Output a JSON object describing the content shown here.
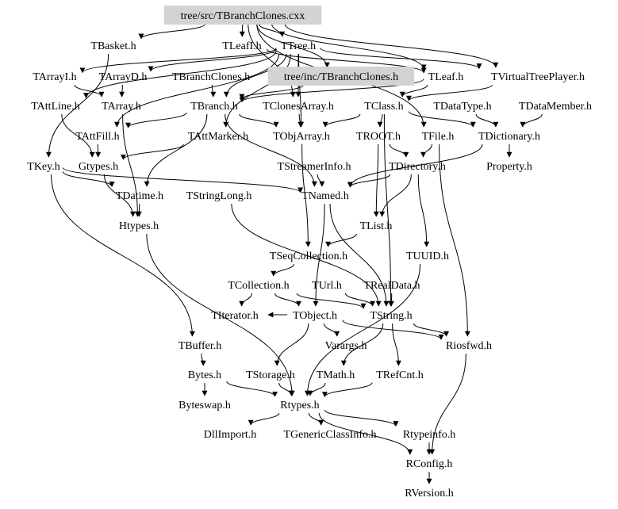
{
  "diagram": {
    "type": "include-dependency-graph",
    "colors": {
      "background": "#ffffff",
      "highlight_fill": "#d3d3d3",
      "text": "#000000",
      "edge": "#000000"
    },
    "nodes": [
      {
        "id": "src_tbranchclones_cxx",
        "label": "tree/src/TBranchClones.cxx",
        "highlighted": true
      },
      {
        "id": "tbasket",
        "label": "TBasket.h"
      },
      {
        "id": "tleafi",
        "label": "TLeafI.h"
      },
      {
        "id": "ttree",
        "label": "TTree.h"
      },
      {
        "id": "tarrayi",
        "label": "TArrayI.h"
      },
      {
        "id": "tarrayd",
        "label": "TArrayD.h"
      },
      {
        "id": "tbranchclones",
        "label": "TBranchClones.h"
      },
      {
        "id": "inc_tbranchclones_h",
        "label": "tree/inc/TBranchClones.h",
        "highlighted": true
      },
      {
        "id": "tleaf",
        "label": "TLeaf.h"
      },
      {
        "id": "tvirtualtreeplayer",
        "label": "TVirtualTreePlayer.h"
      },
      {
        "id": "tattline",
        "label": "TAttLine.h"
      },
      {
        "id": "tarray",
        "label": "TArray.h"
      },
      {
        "id": "tbranch",
        "label": "TBranch.h"
      },
      {
        "id": "tclonesarray",
        "label": "TClonesArray.h"
      },
      {
        "id": "tclass",
        "label": "TClass.h"
      },
      {
        "id": "tdatatype",
        "label": "TDataType.h"
      },
      {
        "id": "tdatamember",
        "label": "TDataMember.h"
      },
      {
        "id": "tattfill",
        "label": "TAttFill.h"
      },
      {
        "id": "tattmarker",
        "label": "TAttMarker.h"
      },
      {
        "id": "tobjarray",
        "label": "TObjArray.h"
      },
      {
        "id": "troot",
        "label": "TROOT.h"
      },
      {
        "id": "tfile",
        "label": "TFile.h"
      },
      {
        "id": "tdictionary",
        "label": "TDictionary.h"
      },
      {
        "id": "tkey",
        "label": "TKey.h"
      },
      {
        "id": "gtypes",
        "label": "Gtypes.h"
      },
      {
        "id": "tstreamerinfo",
        "label": "TStreamerInfo.h"
      },
      {
        "id": "tdirectory",
        "label": "TDirectory.h"
      },
      {
        "id": "property",
        "label": "Property.h"
      },
      {
        "id": "tdatime",
        "label": "TDatime.h"
      },
      {
        "id": "tstringlong",
        "label": "TStringLong.h"
      },
      {
        "id": "tnamed",
        "label": "TNamed.h"
      },
      {
        "id": "htypes",
        "label": "Htypes.h"
      },
      {
        "id": "tlist",
        "label": "TList.h"
      },
      {
        "id": "tseqcollection",
        "label": "TSeqCollection.h"
      },
      {
        "id": "tuuid",
        "label": "TUUID.h"
      },
      {
        "id": "tcollection",
        "label": "TCollection.h"
      },
      {
        "id": "turl",
        "label": "TUrl.h"
      },
      {
        "id": "trealdata",
        "label": "TRealData.h"
      },
      {
        "id": "titerator",
        "label": "TIterator.h"
      },
      {
        "id": "tobject",
        "label": "TObject.h"
      },
      {
        "id": "tstring",
        "label": "TString.h"
      },
      {
        "id": "tbuffer",
        "label": "TBuffer.h"
      },
      {
        "id": "varargs",
        "label": "Varargs.h"
      },
      {
        "id": "riosfwd",
        "label": "Riosfwd.h"
      },
      {
        "id": "bytes",
        "label": "Bytes.h"
      },
      {
        "id": "tstorage",
        "label": "TStorage.h"
      },
      {
        "id": "tmath",
        "label": "TMath.h"
      },
      {
        "id": "trefcnt",
        "label": "TRefCnt.h"
      },
      {
        "id": "byteswap",
        "label": "Byteswap.h"
      },
      {
        "id": "rtypes",
        "label": "Rtypes.h"
      },
      {
        "id": "dllimport",
        "label": "DllImport.h"
      },
      {
        "id": "tgenericclassinfo",
        "label": "TGenericClassInfo.h"
      },
      {
        "id": "rtypeinfo",
        "label": "Rtypeinfo.h"
      },
      {
        "id": "rconfig",
        "label": "RConfig.h"
      },
      {
        "id": "rversion",
        "label": "RVersion.h"
      }
    ],
    "edges": [
      [
        "src_tbranchclones_cxx",
        "tbasket"
      ],
      [
        "src_tbranchclones_cxx",
        "tleafi"
      ],
      [
        "src_tbranchclones_cxx",
        "ttree"
      ],
      [
        "src_tbranchclones_cxx",
        "inc_tbranchclones_h"
      ],
      [
        "src_tbranchclones_cxx",
        "tclonesarray"
      ],
      [
        "src_tbranchclones_cxx",
        "tleaf"
      ],
      [
        "src_tbranchclones_cxx",
        "tvirtualtreeplayer"
      ],
      [
        "src_tbranchclones_cxx",
        "tfile"
      ],
      [
        "tleafi",
        "tleaf"
      ],
      [
        "tbasket",
        "tkey"
      ],
      [
        "ttree",
        "tarrayi"
      ],
      [
        "ttree",
        "tarrayd"
      ],
      [
        "ttree",
        "tbranch"
      ],
      [
        "ttree",
        "tobjarray"
      ],
      [
        "ttree",
        "tclonesarray"
      ],
      [
        "ttree",
        "tattline"
      ],
      [
        "ttree",
        "tattfill"
      ],
      [
        "ttree",
        "tattmarker"
      ],
      [
        "ttree",
        "tvirtualtreeplayer"
      ],
      [
        "tarrayi",
        "tarray"
      ],
      [
        "tarrayd",
        "tarray"
      ],
      [
        "tbranchclones",
        "tbranch"
      ],
      [
        "inc_tbranchclones_h",
        "tbranch"
      ],
      [
        "tleaf",
        "tbranch"
      ],
      [
        "tleaf",
        "tclass"
      ],
      [
        "tvirtualtreeplayer",
        "tclass"
      ],
      [
        "tbranch",
        "tattfill"
      ],
      [
        "tbranch",
        "tobjarray"
      ],
      [
        "tbranch",
        "tdatime"
      ],
      [
        "tbranch",
        "tnamed"
      ],
      [
        "tclonesarray",
        "tobjarray"
      ],
      [
        "tclass",
        "troot"
      ],
      [
        "tclass",
        "tdictionary"
      ],
      [
        "tclass",
        "tobjarray"
      ],
      [
        "tclass",
        "tstring"
      ],
      [
        "tdatatype",
        "tdictionary"
      ],
      [
        "tdatamember",
        "tdictionary"
      ],
      [
        "tattline",
        "gtypes"
      ],
      [
        "tattfill",
        "gtypes"
      ],
      [
        "tattmarker",
        "gtypes"
      ],
      [
        "tarray",
        "htypes"
      ],
      [
        "tobjarray",
        "tseqcollection"
      ],
      [
        "troot",
        "tdirectory"
      ],
      [
        "troot",
        "tlist"
      ],
      [
        "tfile",
        "tdirectory"
      ],
      [
        "tfile",
        "riosfwd"
      ],
      [
        "tdictionary",
        "property"
      ],
      [
        "tdictionary",
        "tnamed"
      ],
      [
        "tkey",
        "tnamed"
      ],
      [
        "tkey",
        "tdatime"
      ],
      [
        "tkey",
        "tbuffer"
      ],
      [
        "gtypes",
        "htypes"
      ],
      [
        "tstreamerinfo",
        "tnamed"
      ],
      [
        "tdirectory",
        "tnamed"
      ],
      [
        "tdirectory",
        "tlist"
      ],
      [
        "tdirectory",
        "tuuid"
      ],
      [
        "tdatime",
        "htypes"
      ],
      [
        "tstringlong",
        "tstring"
      ],
      [
        "tnamed",
        "tobject"
      ],
      [
        "tnamed",
        "tstring"
      ],
      [
        "tlist",
        "tseqcollection"
      ],
      [
        "tseqcollection",
        "tcollection"
      ],
      [
        "tuuid",
        "rtypes"
      ],
      [
        "tcollection",
        "titerator"
      ],
      [
        "tcollection",
        "tobject"
      ],
      [
        "tcollection",
        "tstring"
      ],
      [
        "turl",
        "tstring"
      ],
      [
        "trealdata",
        "tstring"
      ],
      [
        "tobject",
        "titerator"
      ],
      [
        "tobject",
        "varargs"
      ],
      [
        "tobject",
        "riosfwd"
      ],
      [
        "tobject",
        "tstorage"
      ],
      [
        "tstring",
        "tmath"
      ],
      [
        "tstring",
        "trefcnt"
      ],
      [
        "tstring",
        "riosfwd"
      ],
      [
        "tbuffer",
        "bytes"
      ],
      [
        "bytes",
        "byteswap"
      ],
      [
        "bytes",
        "rtypes"
      ],
      [
        "tstorage",
        "rtypes"
      ],
      [
        "tmath",
        "rtypes"
      ],
      [
        "trefcnt",
        "rtypes"
      ],
      [
        "htypes",
        "rtypes"
      ],
      [
        "rtypes",
        "dllimport"
      ],
      [
        "rtypes",
        "tgenericclassinfo"
      ],
      [
        "rtypes",
        "rtypeinfo"
      ],
      [
        "rtypes",
        "rconfig"
      ],
      [
        "rtypeinfo",
        "rconfig"
      ],
      [
        "riosfwd",
        "rconfig"
      ],
      [
        "rconfig",
        "rversion"
      ]
    ]
  }
}
